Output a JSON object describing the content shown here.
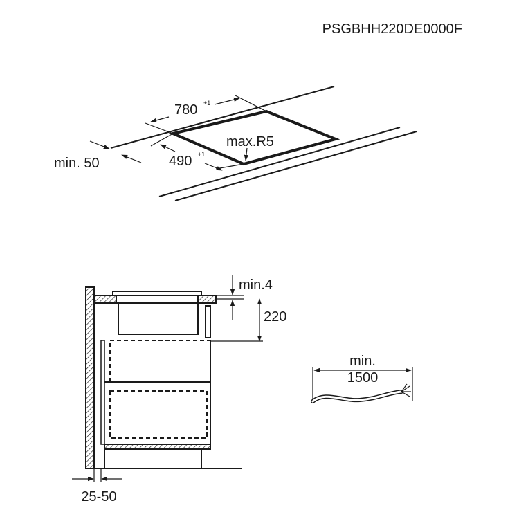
{
  "model_code": "PSGBHH220DE0000F",
  "top_view": {
    "width_label": "780",
    "width_tolerance": "+1",
    "depth_label": "490",
    "depth_tolerance": "+1",
    "radius_label": "max.R5",
    "edge_distance_label": "min. 50"
  },
  "side_view": {
    "gap_label": "min.4",
    "height_label": "220",
    "wall_distance_label": "25-50"
  },
  "cable": {
    "length_label_line1": "min.",
    "length_label_line2": "1500"
  }
}
